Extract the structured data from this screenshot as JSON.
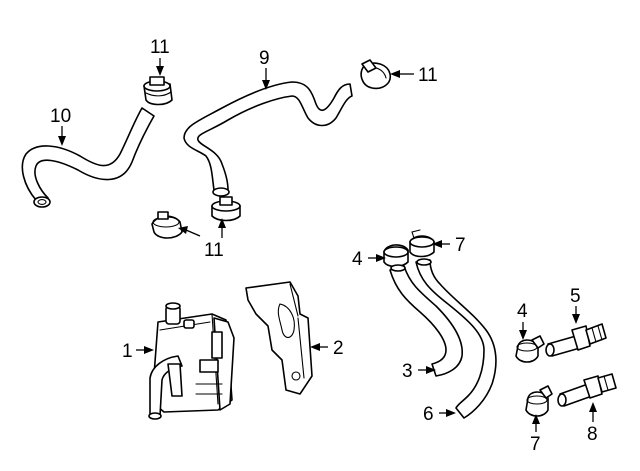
{
  "callouts": {
    "c1": "1",
    "c2": "2",
    "c3": "3",
    "c4a": "4",
    "c4b": "4",
    "c5": "5",
    "c6": "6",
    "c7a": "7",
    "c7b": "7",
    "c8": "8",
    "c9": "9",
    "c10": "10",
    "c11a": "11",
    "c11b": "11",
    "c11c": "11"
  }
}
